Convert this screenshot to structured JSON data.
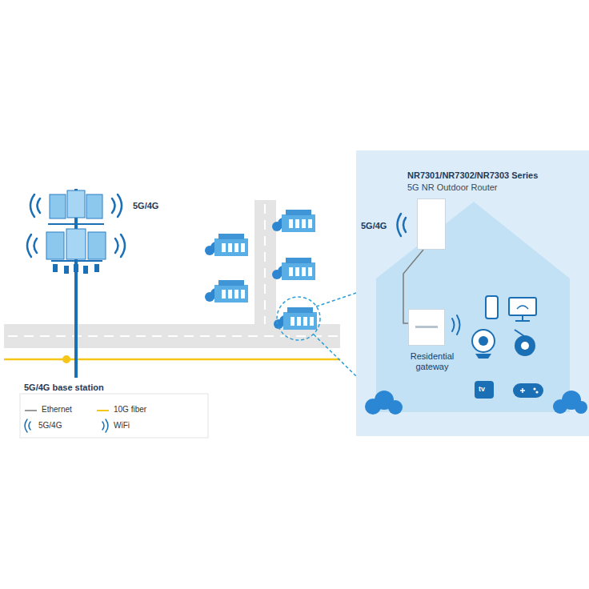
{
  "diagram": {
    "nodes": [
      {
        "text": [
          "NR7301/NR7302/NR7303 Series",
          "5G NR Outdoor Router"
        ]
      },
      {
        "text": [
          "Residential gateway"
        ]
      }
    ],
    "edges": [
      {
        "from": 0,
        "to": 1,
        "arrow": "none"
      }
    ],
    "labels": [
      "5G/4G",
      "5G/4G base station",
      "5G/4G",
      "tv"
    ],
    "legend": [
      {
        "text": "Ethernet"
      },
      {
        "text": "10G fiber"
      },
      {
        "text": "5G/4G"
      },
      {
        "text": "WiFi"
      }
    ]
  }
}
